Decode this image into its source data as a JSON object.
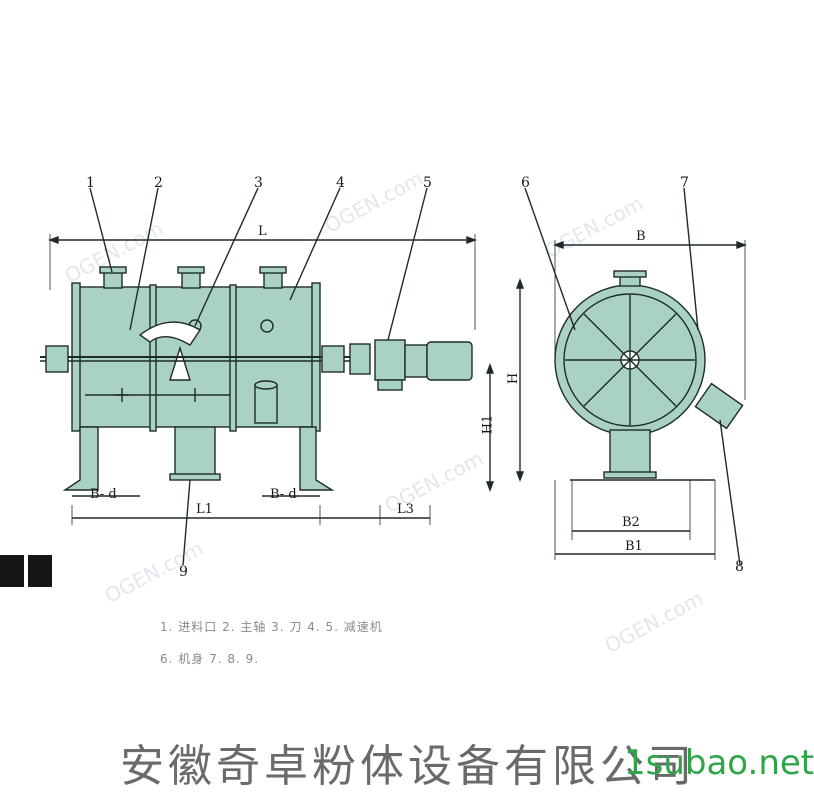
{
  "callouts": [
    "1",
    "2",
    "3",
    "4",
    "5",
    "6",
    "7",
    "8",
    "9"
  ],
  "dimensions": {
    "L": "L",
    "L1": "L1",
    "L3": "L3",
    "H": "H",
    "H1": "H1",
    "B": "B",
    "B1": "B1",
    "B2": "B2",
    "Bd_left": "B- d",
    "Bd_right": "B- d"
  },
  "legend_rows": [
    "1. 进料口      2. 主轴      3. 刀    4.           5. 减速机",
    "6. 机身        7.           8.         9."
  ],
  "watermark": "OGEN.com",
  "footer_text": "安徽奇卓粉体设备有限公司",
  "site_mark": "1subao.net",
  "colors": {
    "body_fill": "#a9d2c4",
    "line": "#1f2a2a",
    "footer": "#6a6a6a",
    "site": "#2fa54a"
  }
}
